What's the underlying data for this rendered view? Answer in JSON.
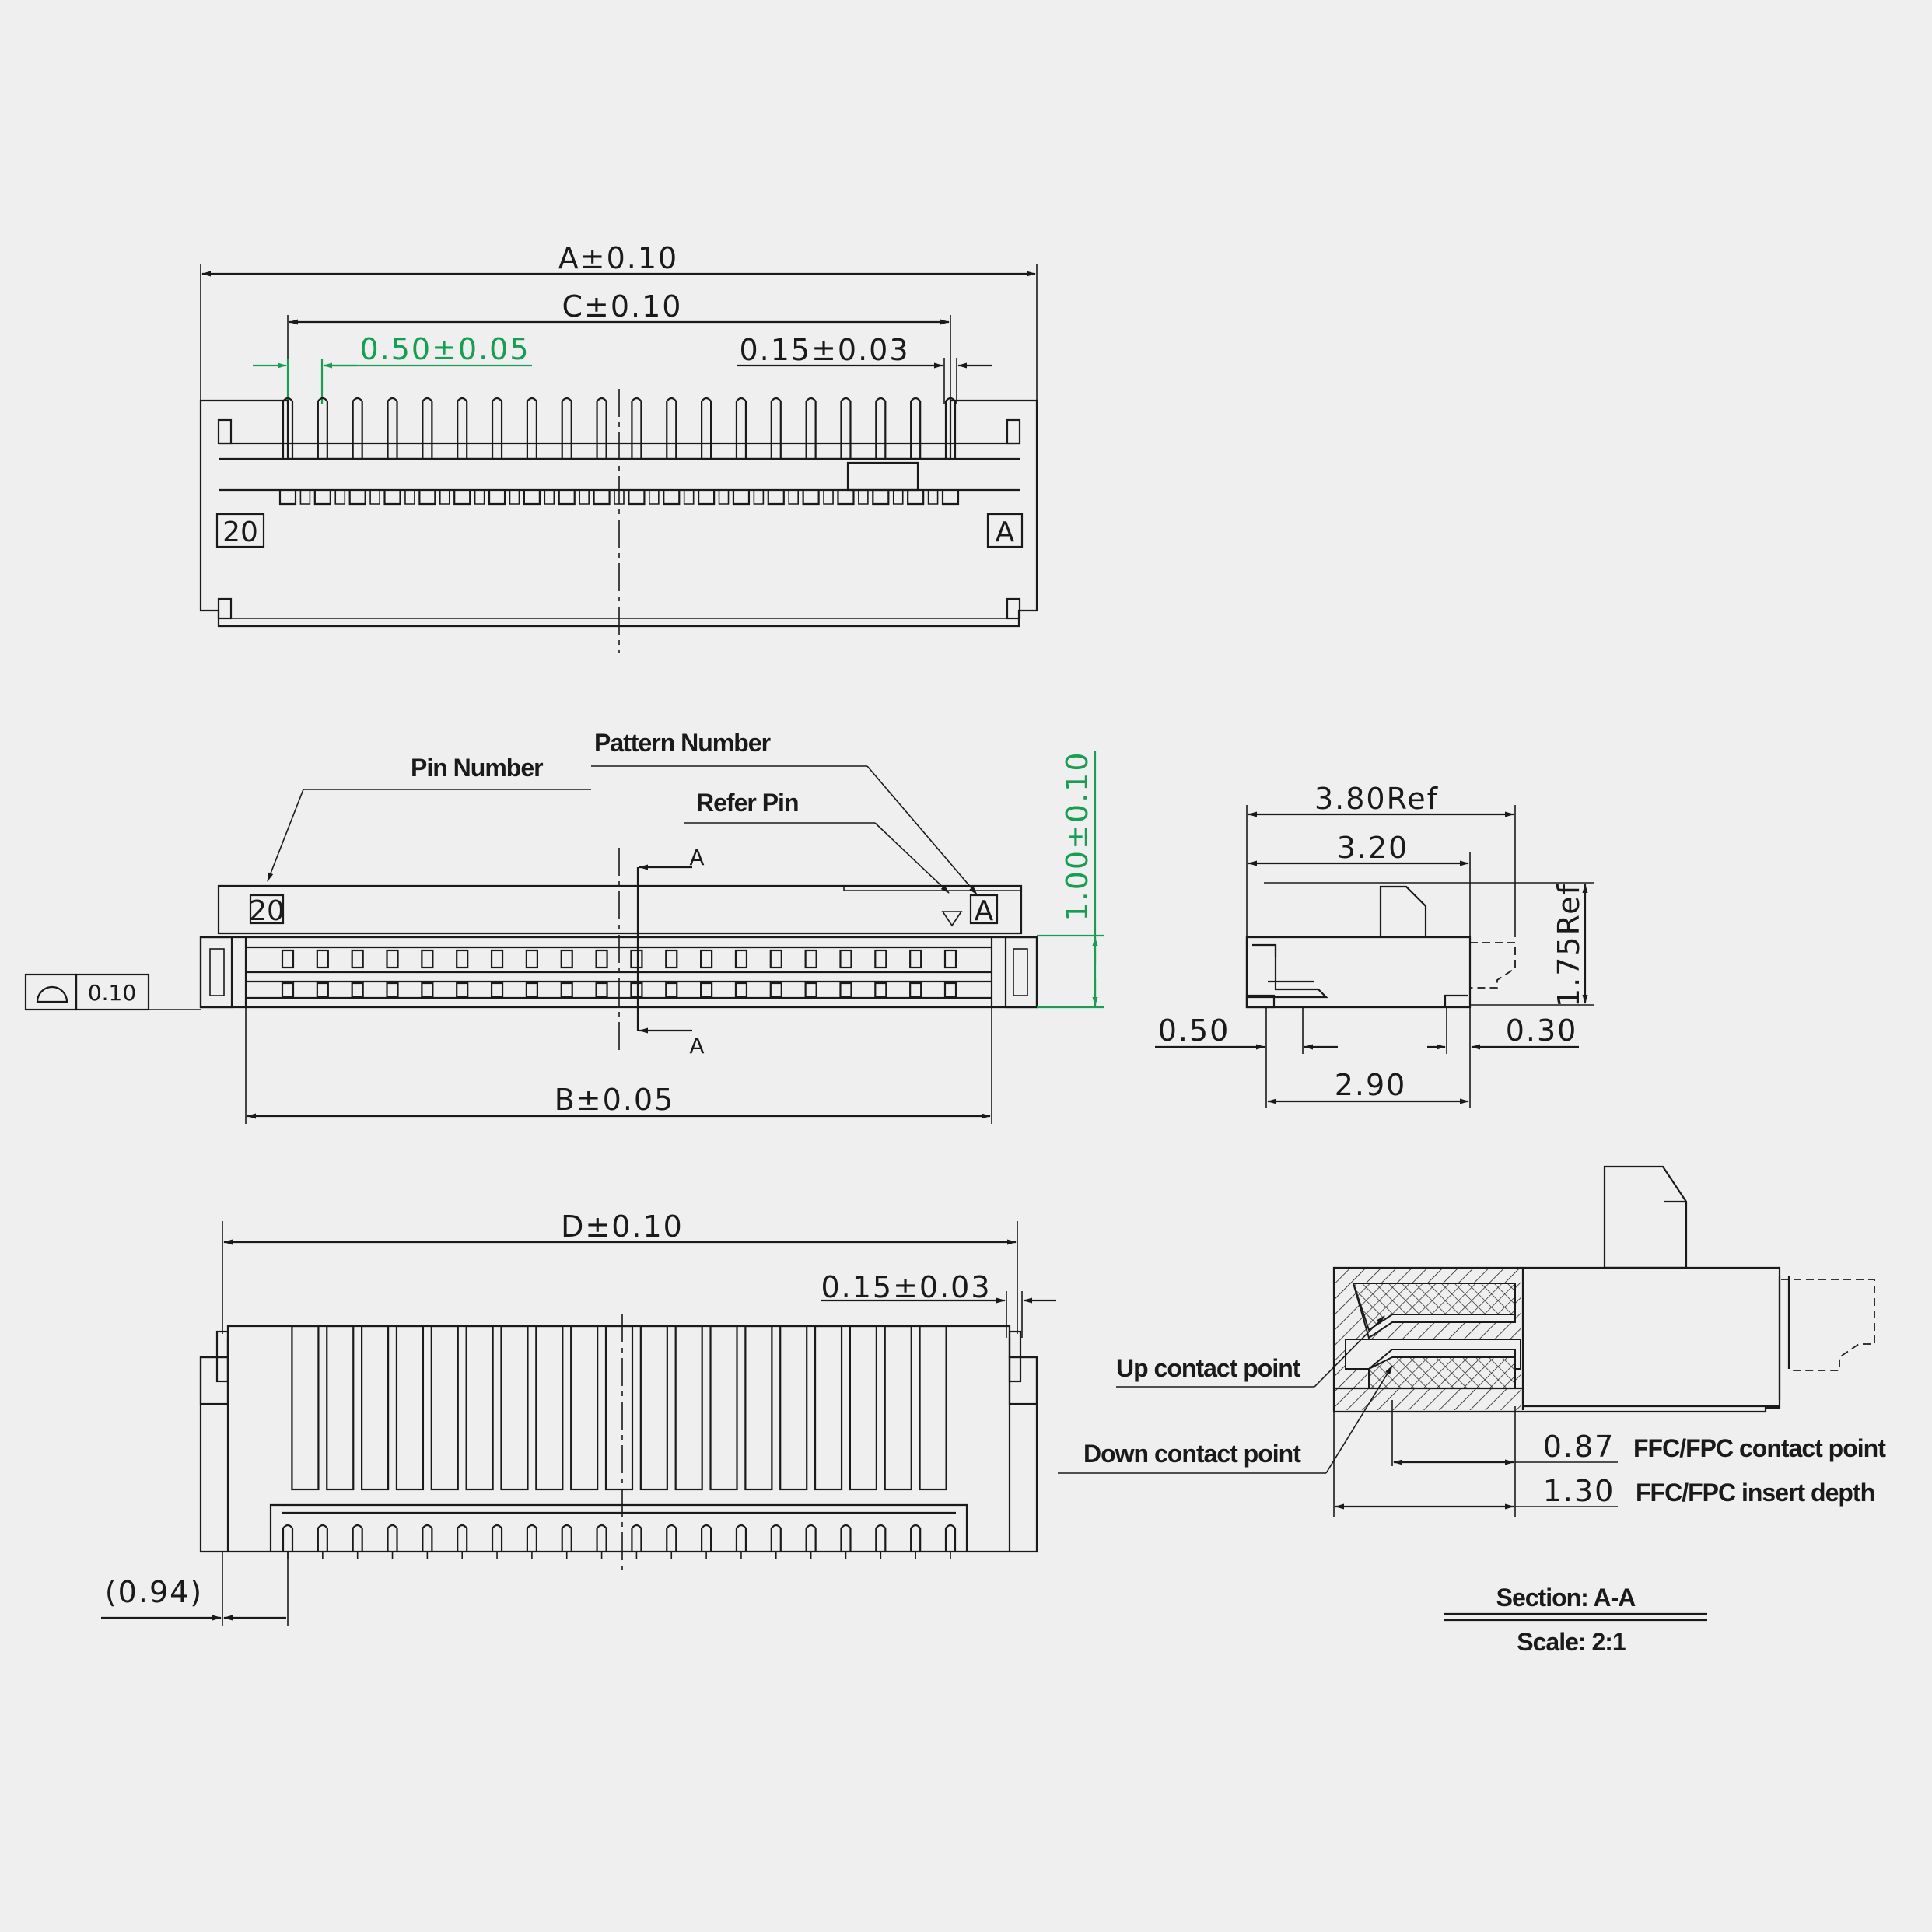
{
  "top_view": {
    "dim_a": "A±0.10",
    "dim_c": "C±0.10",
    "dim_pitch": "0.50±0.05",
    "dim_width_top": "0.15±0.03",
    "pin_number_marker": "20",
    "pattern_marker": "A"
  },
  "front_view": {
    "callout_pin_number": "Pin Number",
    "callout_pattern_number": "Pattern Number",
    "callout_refer_pin": "Refer Pin",
    "pin_number_marker": "20",
    "pattern_marker": "A",
    "section_letter_top": "A",
    "section_letter_bottom": "A",
    "dim_b": "B±0.05",
    "dim_height": "1.00±0.10",
    "flatness_value": "0.10"
  },
  "side_view": {
    "dim_overall_ref": "3.80Ref",
    "dim_body": "3.20",
    "dim_height_ref": "1.75Ref",
    "dim_left_tab": "0.50",
    "dim_right_tab": "0.30",
    "dim_base": "2.90"
  },
  "bottom_view": {
    "dim_d": "D±0.10",
    "dim_width_bottom": "0.15±0.03",
    "dim_offset": "(0.94)"
  },
  "section_view": {
    "callout_up_contact": "Up contact point",
    "callout_down_contact": "Down contact point",
    "dim_contact": "0.87",
    "label_contact": "FFC/FPC contact point",
    "dim_insert": "1.30",
    "label_insert": "FFC/FPC insert depth",
    "section_title": "Section: A-A",
    "scale": "Scale: 2:1"
  },
  "colors": {
    "background": "#efefef",
    "line": "#1a1a1a",
    "highlight": "#14a050"
  }
}
